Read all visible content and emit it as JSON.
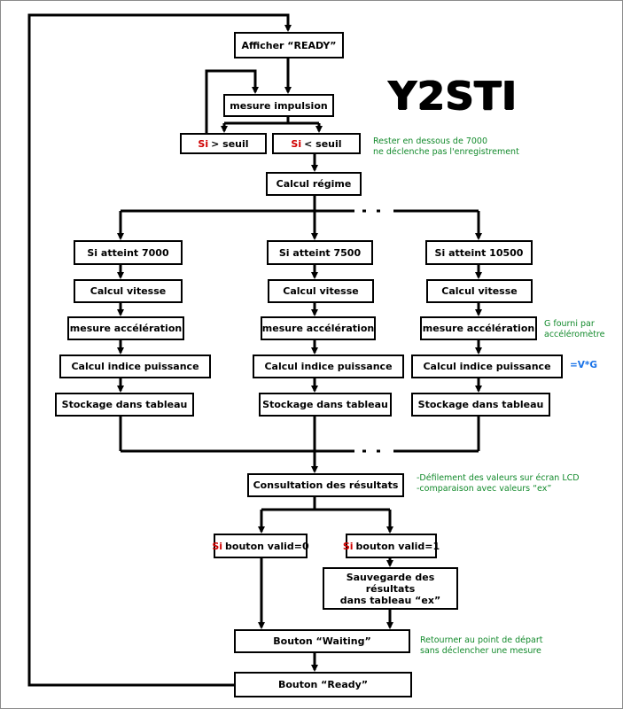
{
  "logo": {
    "text": "Y2STI"
  },
  "boxes": {
    "afficher_ready": "Afficher “READY”",
    "mesure_impulsion": "mesure impulsion",
    "si_label": "Si",
    "sup_seuil": "> seuil",
    "inf_seuil": "< seuil",
    "calcul_regime": "Calcul régime",
    "branches": [
      {
        "si_atteint": "Si atteint 7000",
        "calcul_vitesse": "Calcul vitesse",
        "mesure_acceleration": "mesure accélération",
        "calcul_indice": "Calcul indice puissance",
        "stockage": "Stockage dans tableau"
      },
      {
        "si_atteint": "Si atteint 7500",
        "calcul_vitesse": "Calcul vitesse",
        "mesure_acceleration": "mesure accélération",
        "calcul_indice": "Calcul indice puissance",
        "stockage": "Stockage dans tableau"
      },
      {
        "si_atteint": "Si atteint 10500",
        "calcul_vitesse": "Calcul vitesse",
        "mesure_acceleration": "mesure accélération",
        "calcul_indice": "Calcul indice puissance",
        "stockage": "Stockage dans tableau"
      }
    ],
    "consultation": "Consultation des résultats",
    "bouton_valid_0": "bouton valid=0",
    "bouton_valid_1": "bouton valid=1",
    "sauvegarde_line1": "Sauvegarde des résultats",
    "sauvegarde_line2": "dans tableau “ex”",
    "bouton_waiting": "Bouton “Waiting”",
    "bouton_ready": "Bouton “Ready”"
  },
  "notes": {
    "seuil_line1": "Rester en dessous de 7000",
    "seuil_line2": "ne déclenche pas l'enregistrement",
    "g_line1": "G fourni par",
    "g_line2": "accéléromètre",
    "formula": "=V*G",
    "consult_line1": "-Défilement  des valeurs sur écran LCD",
    "consult_line2": "-comparaison avec valeurs “ex”",
    "waiting_line1": "Retourner au point de départ",
    "waiting_line2": "sans déclencher une mesure"
  },
  "colors": {
    "condition": "#d00000",
    "note": "#138a2c",
    "formula": "#1a73e8"
  }
}
